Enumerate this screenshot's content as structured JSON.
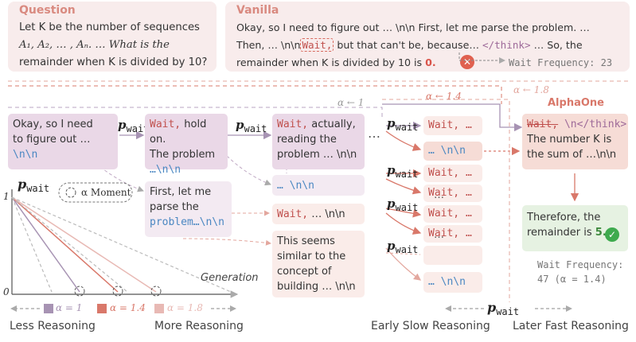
{
  "question": {
    "title": "Question",
    "line1": "Let K be the number of sequences",
    "line2": "A₁, A₂, … , Aₙ. … What is the",
    "line3": "remainder when K is divided by 10?"
  },
  "vanilla": {
    "title": "Vanilla",
    "line1": "Okay, so I need to figure out … \\n\\n First, let me parse the problem. …",
    "line2_a": "Then, … \\n\\n",
    "line2_wait": "Wait,",
    "line2_b": " but that can't be, because… ",
    "line2_tag": "</think>",
    "line2_c": " … So, the",
    "line3_a": "remainder when K is divided by 10 is ",
    "line3_answer": "0.",
    "wait_frequency": "Wait Frequency: 23"
  },
  "alpha_labels": {
    "a1": "α ← 1",
    "a14": "α ← 1.4",
    "a18": "α ← 1.8"
  },
  "pwait": {
    "symbol": "p",
    "sub": "wait"
  },
  "nodes": {
    "n1": {
      "line1": "Okay, so I need",
      "line2": "to figure out …",
      "line3": "\\n\\n"
    },
    "n2": {
      "wait": "Wait,",
      "line1": " hold on.",
      "line2": "The problem",
      "line3": "…\\n\\n"
    },
    "n3": {
      "line1": "First, let me",
      "line2": "parse the",
      "line3": "problem…\\n\\n"
    },
    "n4": {
      "wait": "Wait,",
      "line1": " actually,",
      "line2": "reading the",
      "line3": "problem … \\n\\n"
    },
    "n5": {
      "text": "… \\n\\n"
    },
    "n6": {
      "wait": "Wait,",
      "text": " … \\n\\n"
    },
    "n7": {
      "line1": "This seems",
      "line2": "similar to the",
      "line3": "concept of",
      "line4": "building … \\n\\n"
    },
    "ellipsis": "…",
    "col_wait_a": "Wait, …",
    "col_nn_a": "… \\n\\n",
    "col_wait_b": "Wait, …",
    "col_wait_c": "Wait, …",
    "col_dots": "…",
    "col_wait_d": "Wait, …",
    "col_wait_e": "Wait, …",
    "col_dots2": "…",
    "col_nn_b": "… \\n\\n"
  },
  "alphaone": {
    "title": "AlphaOne",
    "box_wait": "Wait,",
    "box_tag": " \\n</think>",
    "box_line2": "The number K is",
    "box_line3": "the sum of …\\n\\n",
    "answer_line1": "Therefore, the",
    "answer_line2a": "remainder is ",
    "answer_value": "5.",
    "freq_line1": "Wait Frequency:",
    "freq_line2": "47 (α = 1.4)"
  },
  "plot": {
    "ylabel": "p",
    "ylabel_sub": "wait",
    "y_top": "1",
    "y_bottom": "0",
    "xlabel": "Generation",
    "moment": "α Moment",
    "legend": [
      {
        "label": "α = 1",
        "color": "#a793b3"
      },
      {
        "label": "α = 1.4",
        "color": "#d9786a"
      },
      {
        "label": "α = 1.8",
        "color": "#e8b9b4"
      }
    ],
    "less": "Less Reasoning",
    "more": "More Reasoning"
  },
  "bottom": {
    "early": "Early Slow Reasoning",
    "later": "Later Fast Reasoning",
    "pw": "p",
    "pw_sub": "wait"
  }
}
